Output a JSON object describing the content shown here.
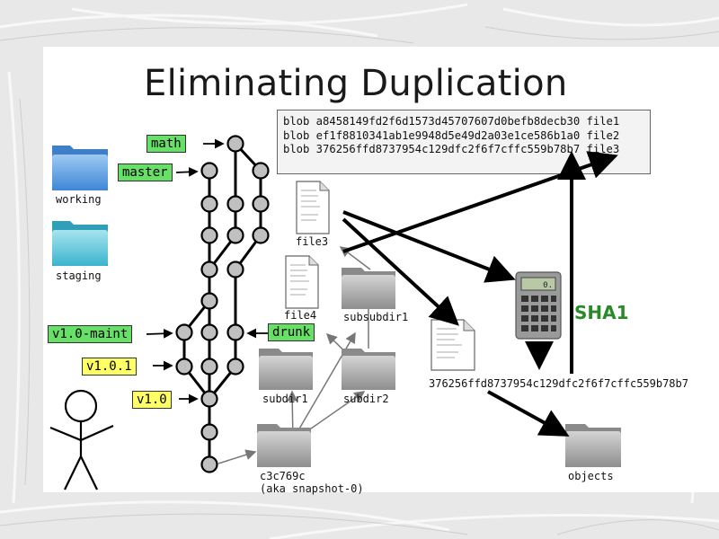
{
  "title": "Eliminating Duplication",
  "blobs": [
    "blob a8458149fd2f6d1573d45707607d0befb8decb30 file1",
    "blob ef1f8810341ab1e9948d5e49d2a03e1ce586b1a0 file2",
    "blob 376256ffd8737954c129dfc2f6f7cffc559b78b7 file3"
  ],
  "labels": {
    "working": "working",
    "staging": "staging",
    "file3": "file3",
    "file4": "file4",
    "subsubdir1": "subsubdir1",
    "subdir1": "subdir1",
    "subdir2": "subdir2",
    "snapshot_id": "c3c769c",
    "snapshot_alias": "(aka snapshot-0)",
    "hash": "376256ffd8737954c129dfc2f6f7cffc559b78b7",
    "objects": "objects",
    "sha1": "SHA1"
  },
  "refs": {
    "math": "math",
    "master": "master",
    "v10maint": "v1.0-maint",
    "drunk": "drunk",
    "v101": "v1.0.1",
    "v10": "v1.0"
  },
  "calculator_display": "0.",
  "colors": {
    "branch_label": "#66e066",
    "tag_label": "#ffff66",
    "sha1_text": "#2a8a2a",
    "commit_node": "#c0c0c0",
    "folder_blue": "#5aa0e0",
    "folder_teal": "#56c4d8",
    "folder_gray": "#a8a8a8"
  }
}
